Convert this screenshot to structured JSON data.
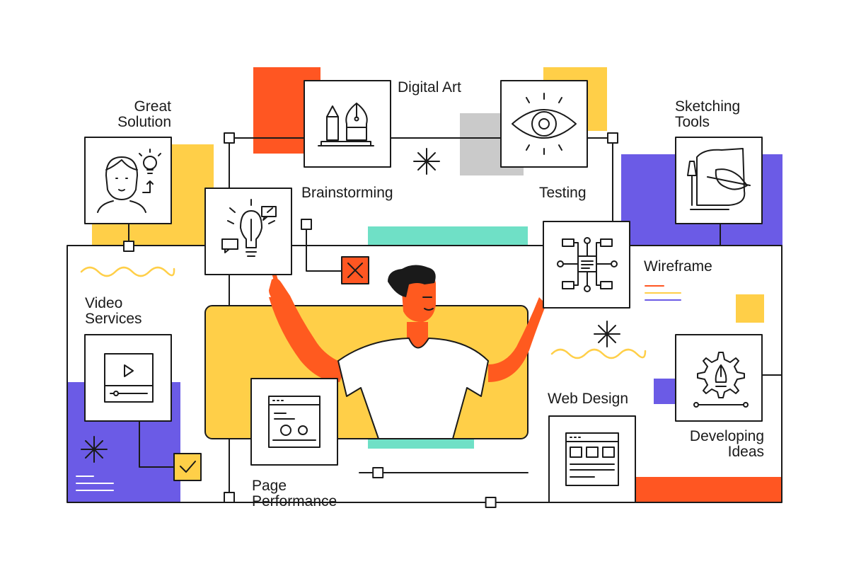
{
  "labels": {
    "great_solution": [
      "Great",
      "Solution"
    ],
    "digital_art": "Digital Art",
    "sketching_tools": [
      "Sketching",
      "Tools"
    ],
    "brainstorming": "Brainstorming",
    "testing": "Testing",
    "wireframe": "Wireframe",
    "video_services": [
      "Video",
      "Services"
    ],
    "web_design": "Web Design",
    "developing_ideas": [
      "Developing",
      "Ideas"
    ],
    "page_performance": [
      "Page",
      "Performance"
    ]
  },
  "colors": {
    "orange": "#ff5622",
    "yellow": "#ffcf48",
    "purple": "#6b5be6",
    "teal": "#6fe0c6",
    "gray": "#cacaca",
    "ink": "#1a1a1a",
    "skin": "#ff5a1f"
  },
  "sliders": [
    {
      "level": 0.11
    },
    {
      "level": 0.78
    }
  ]
}
